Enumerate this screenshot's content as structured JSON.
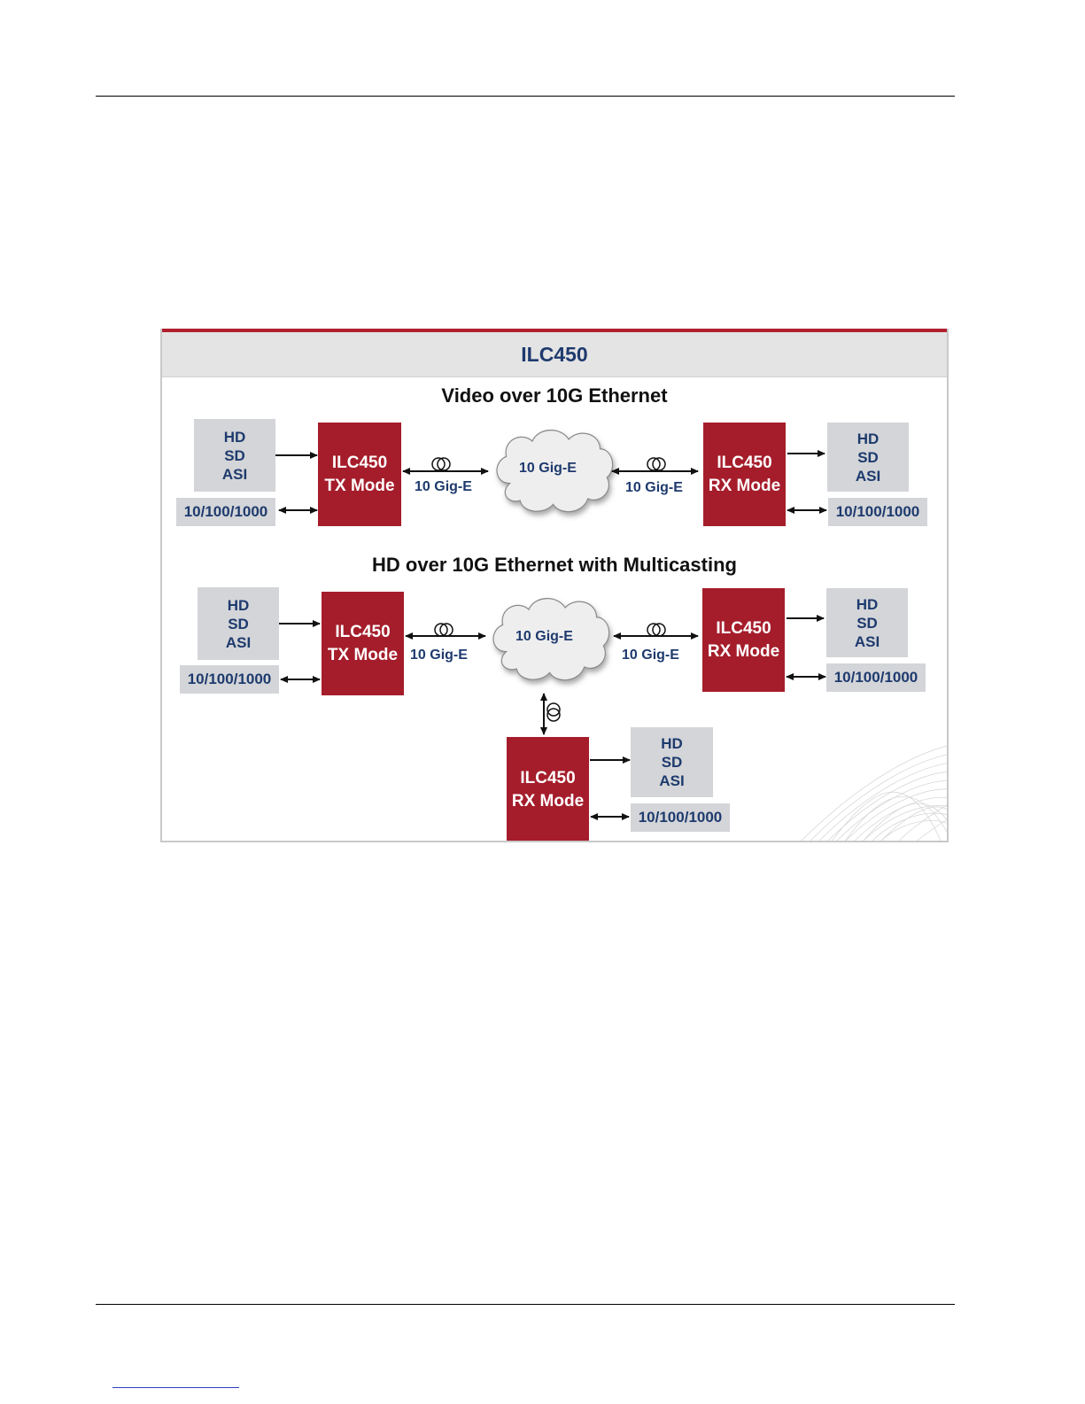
{
  "figure": {
    "title": "ILC450",
    "section1_title": "Video over 10G Ethernet",
    "section2_title": "HD over 10G Ethernet with Multicasting"
  },
  "signals": [
    "HD",
    "SD",
    "ASI"
  ],
  "ethernet_label": "10/100/1000",
  "link_label": "10 Gig-E",
  "cloud_label": "10 Gig-E",
  "device": {
    "name": "ILC450",
    "tx_mode": "TX Mode",
    "rx_mode": "RX Mode"
  },
  "colors": {
    "device_red": "#a51d2b",
    "label_blue": "#1e3a6e",
    "box_gray": "#d3d5d8",
    "accent_red": "#b0202e"
  },
  "icons": [
    "fiber-coil-icon",
    "cloud-icon",
    "arrow-icon",
    "swirl-decoration"
  ]
}
